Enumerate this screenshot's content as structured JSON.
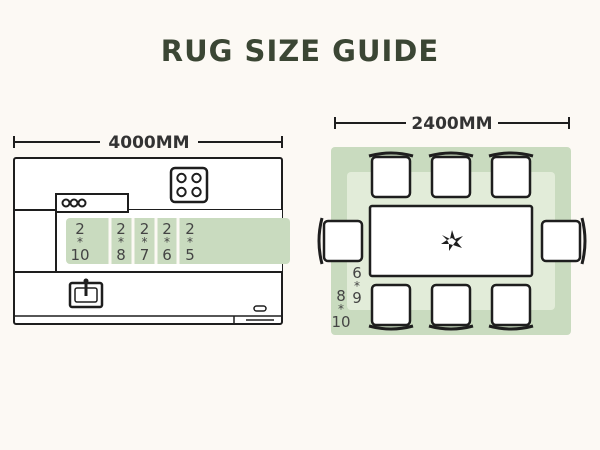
{
  "title": "RUG SIZE GUIDE",
  "colors": {
    "background": "#fcf9f4",
    "title": "#3b4634",
    "rug_dark": "#c9dbbf",
    "rug_light": "#e2ecd9",
    "line": "#1e1e1e"
  },
  "kitchen": {
    "width_label": "4000MM",
    "rug_sizes": [
      {
        "a": "2",
        "b": "10"
      },
      {
        "a": "2",
        "b": "8"
      },
      {
        "a": "2",
        "b": "7"
      },
      {
        "a": "2",
        "b": "6"
      },
      {
        "a": "2",
        "b": "5"
      }
    ]
  },
  "dining": {
    "width_label": "2400MM",
    "rug_sizes": [
      {
        "a": "6",
        "b": "9"
      },
      {
        "a": "8",
        "b": "10"
      }
    ]
  }
}
